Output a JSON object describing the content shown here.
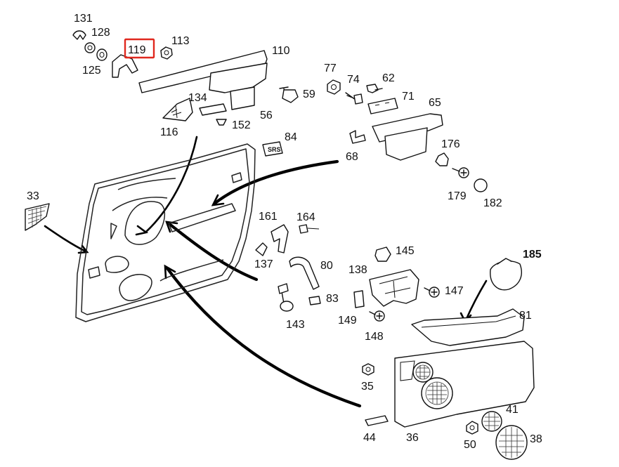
{
  "labels": {
    "l131": "131",
    "l128": "128",
    "l119": "119",
    "l113": "113",
    "l125": "125",
    "l110": "110",
    "l77": "77",
    "l74": "74",
    "l62": "62",
    "l59": "59",
    "l134": "134",
    "l71": "71",
    "l65": "65",
    "l56": "56",
    "l116": "116",
    "l152": "152",
    "l84": "84",
    "l68": "68",
    "l176": "176",
    "l179": "179",
    "l182": "182",
    "l33": "33",
    "l161": "161",
    "l164": "164",
    "l137": "137",
    "l80": "80",
    "l145": "145",
    "l138": "138",
    "l185": "185",
    "l147": "147",
    "l83": "83",
    "l143": "143",
    "l149": "149",
    "l148": "148",
    "l81": "81",
    "l35": "35",
    "l41": "41",
    "l44": "44",
    "l36": "36",
    "l50": "50",
    "l38": "38"
  },
  "badge_text": "SRS",
  "highlight": {
    "part": "119",
    "color": "#e0281e"
  }
}
